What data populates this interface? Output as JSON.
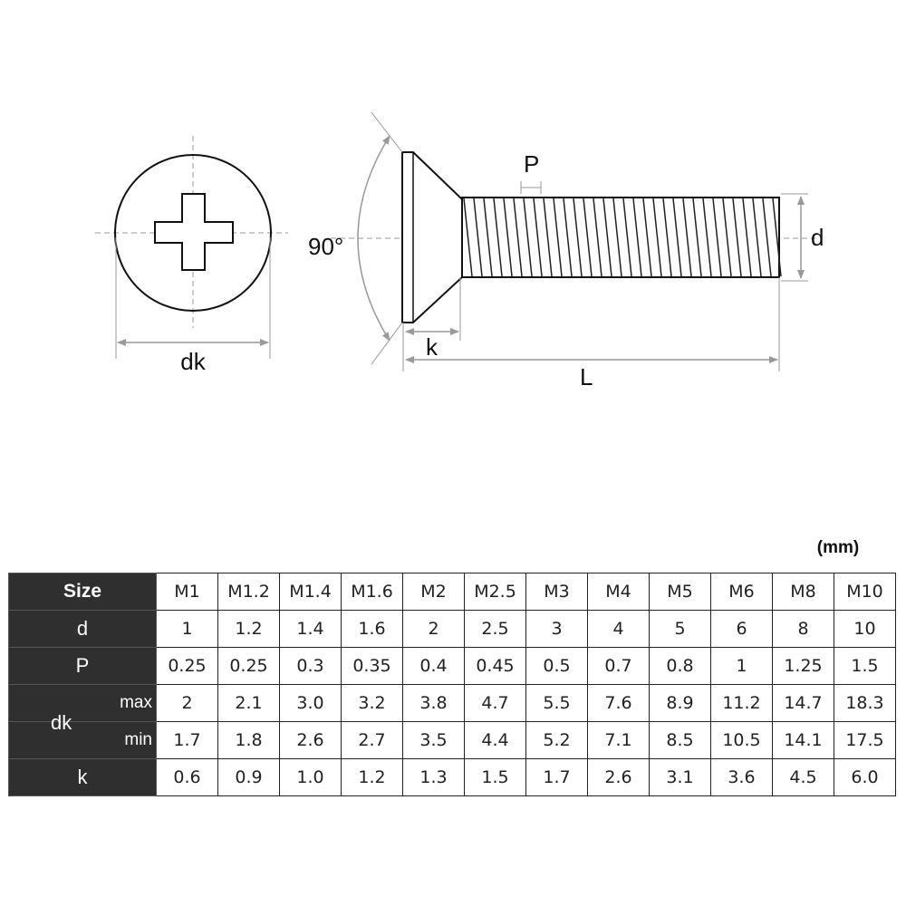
{
  "diagram": {
    "labels": {
      "dk": "dk",
      "angle": "90°",
      "k": "k",
      "L": "L",
      "P": "P",
      "d": "d"
    }
  },
  "table": {
    "unit": "(mm)",
    "size_label": "Size",
    "sizes": [
      "M1",
      "M1.2",
      "M1.4",
      "M1.6",
      "M2",
      "M2.5",
      "M3",
      "M4",
      "M5",
      "M6",
      "M8",
      "M10"
    ],
    "rows": [
      {
        "label": "d",
        "values": [
          "1",
          "1.2",
          "1.4",
          "1.6",
          "2",
          "2.5",
          "3",
          "4",
          "5",
          "6",
          "8",
          "10"
        ]
      },
      {
        "label": "P",
        "values": [
          "0.25",
          "0.25",
          "0.3",
          "0.35",
          "0.4",
          "0.45",
          "0.5",
          "0.7",
          "0.8",
          "1",
          "1.25",
          "1.5"
        ]
      },
      {
        "label": "dk",
        "sub": "max",
        "values": [
          "2",
          "2.1",
          "3.0",
          "3.2",
          "3.8",
          "4.7",
          "5.5",
          "7.6",
          "8.9",
          "11.2",
          "14.7",
          "18.3"
        ]
      },
      {
        "label": "",
        "sub": "min",
        "values": [
          "1.7",
          "1.8",
          "2.6",
          "2.7",
          "3.5",
          "4.4",
          "5.2",
          "7.1",
          "8.5",
          "10.5",
          "14.1",
          "17.5"
        ]
      },
      {
        "label": "k",
        "values": [
          "0.6",
          "0.9",
          "1.0",
          "1.2",
          "1.3",
          "1.5",
          "1.7",
          "2.6",
          "3.1",
          "3.6",
          "4.5",
          "6.0"
        ]
      }
    ]
  }
}
